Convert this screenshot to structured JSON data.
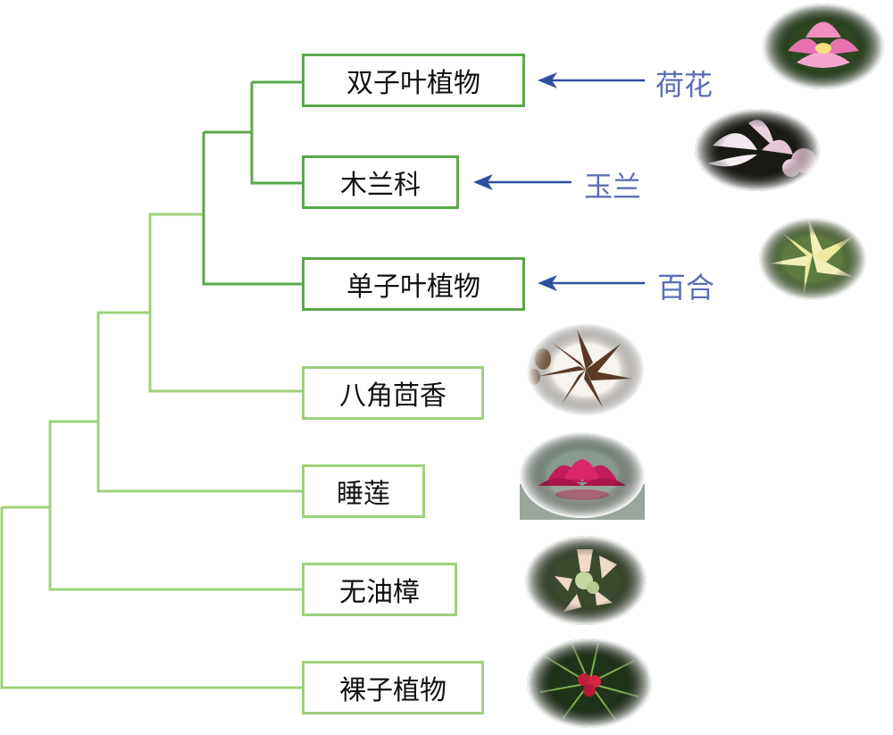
{
  "taxa": [
    {
      "id": "dicots",
      "label": "双子叶植物",
      "tone": "dark"
    },
    {
      "id": "magnoliids",
      "label": "木兰科",
      "tone": "dark"
    },
    {
      "id": "monocots",
      "label": "单子叶植物",
      "tone": "dark"
    },
    {
      "id": "illicium",
      "label": "八角茴香",
      "tone": "light"
    },
    {
      "id": "nymphaea",
      "label": "睡莲",
      "tone": "light"
    },
    {
      "id": "amborella",
      "label": "无油樟",
      "tone": "light"
    },
    {
      "id": "gymnosperms",
      "label": "裸子植物",
      "tone": "light"
    }
  ],
  "examples": [
    {
      "taxon": "dicots",
      "label": "荷花"
    },
    {
      "taxon": "magnoliids",
      "label": "玉兰"
    },
    {
      "taxon": "monocots",
      "label": "百合"
    }
  ],
  "photos": [
    {
      "id": "lotus",
      "icon": "lotus-flower-icon"
    },
    {
      "id": "magnolia",
      "icon": "magnolia-flower-icon"
    },
    {
      "id": "lily",
      "icon": "lily-flower-icon"
    },
    {
      "id": "star-anise",
      "icon": "star-anise-icon"
    },
    {
      "id": "water-lily",
      "icon": "water-lily-icon"
    },
    {
      "id": "amborella",
      "icon": "amborella-flower-icon"
    },
    {
      "id": "pine",
      "icon": "pine-cone-icon"
    }
  ],
  "colors": {
    "dark_green": "#5aa84a",
    "light_green": "#9fd07a",
    "arrow_blue": "#2f4fa0",
    "label_blue": "#5b6fb4"
  }
}
